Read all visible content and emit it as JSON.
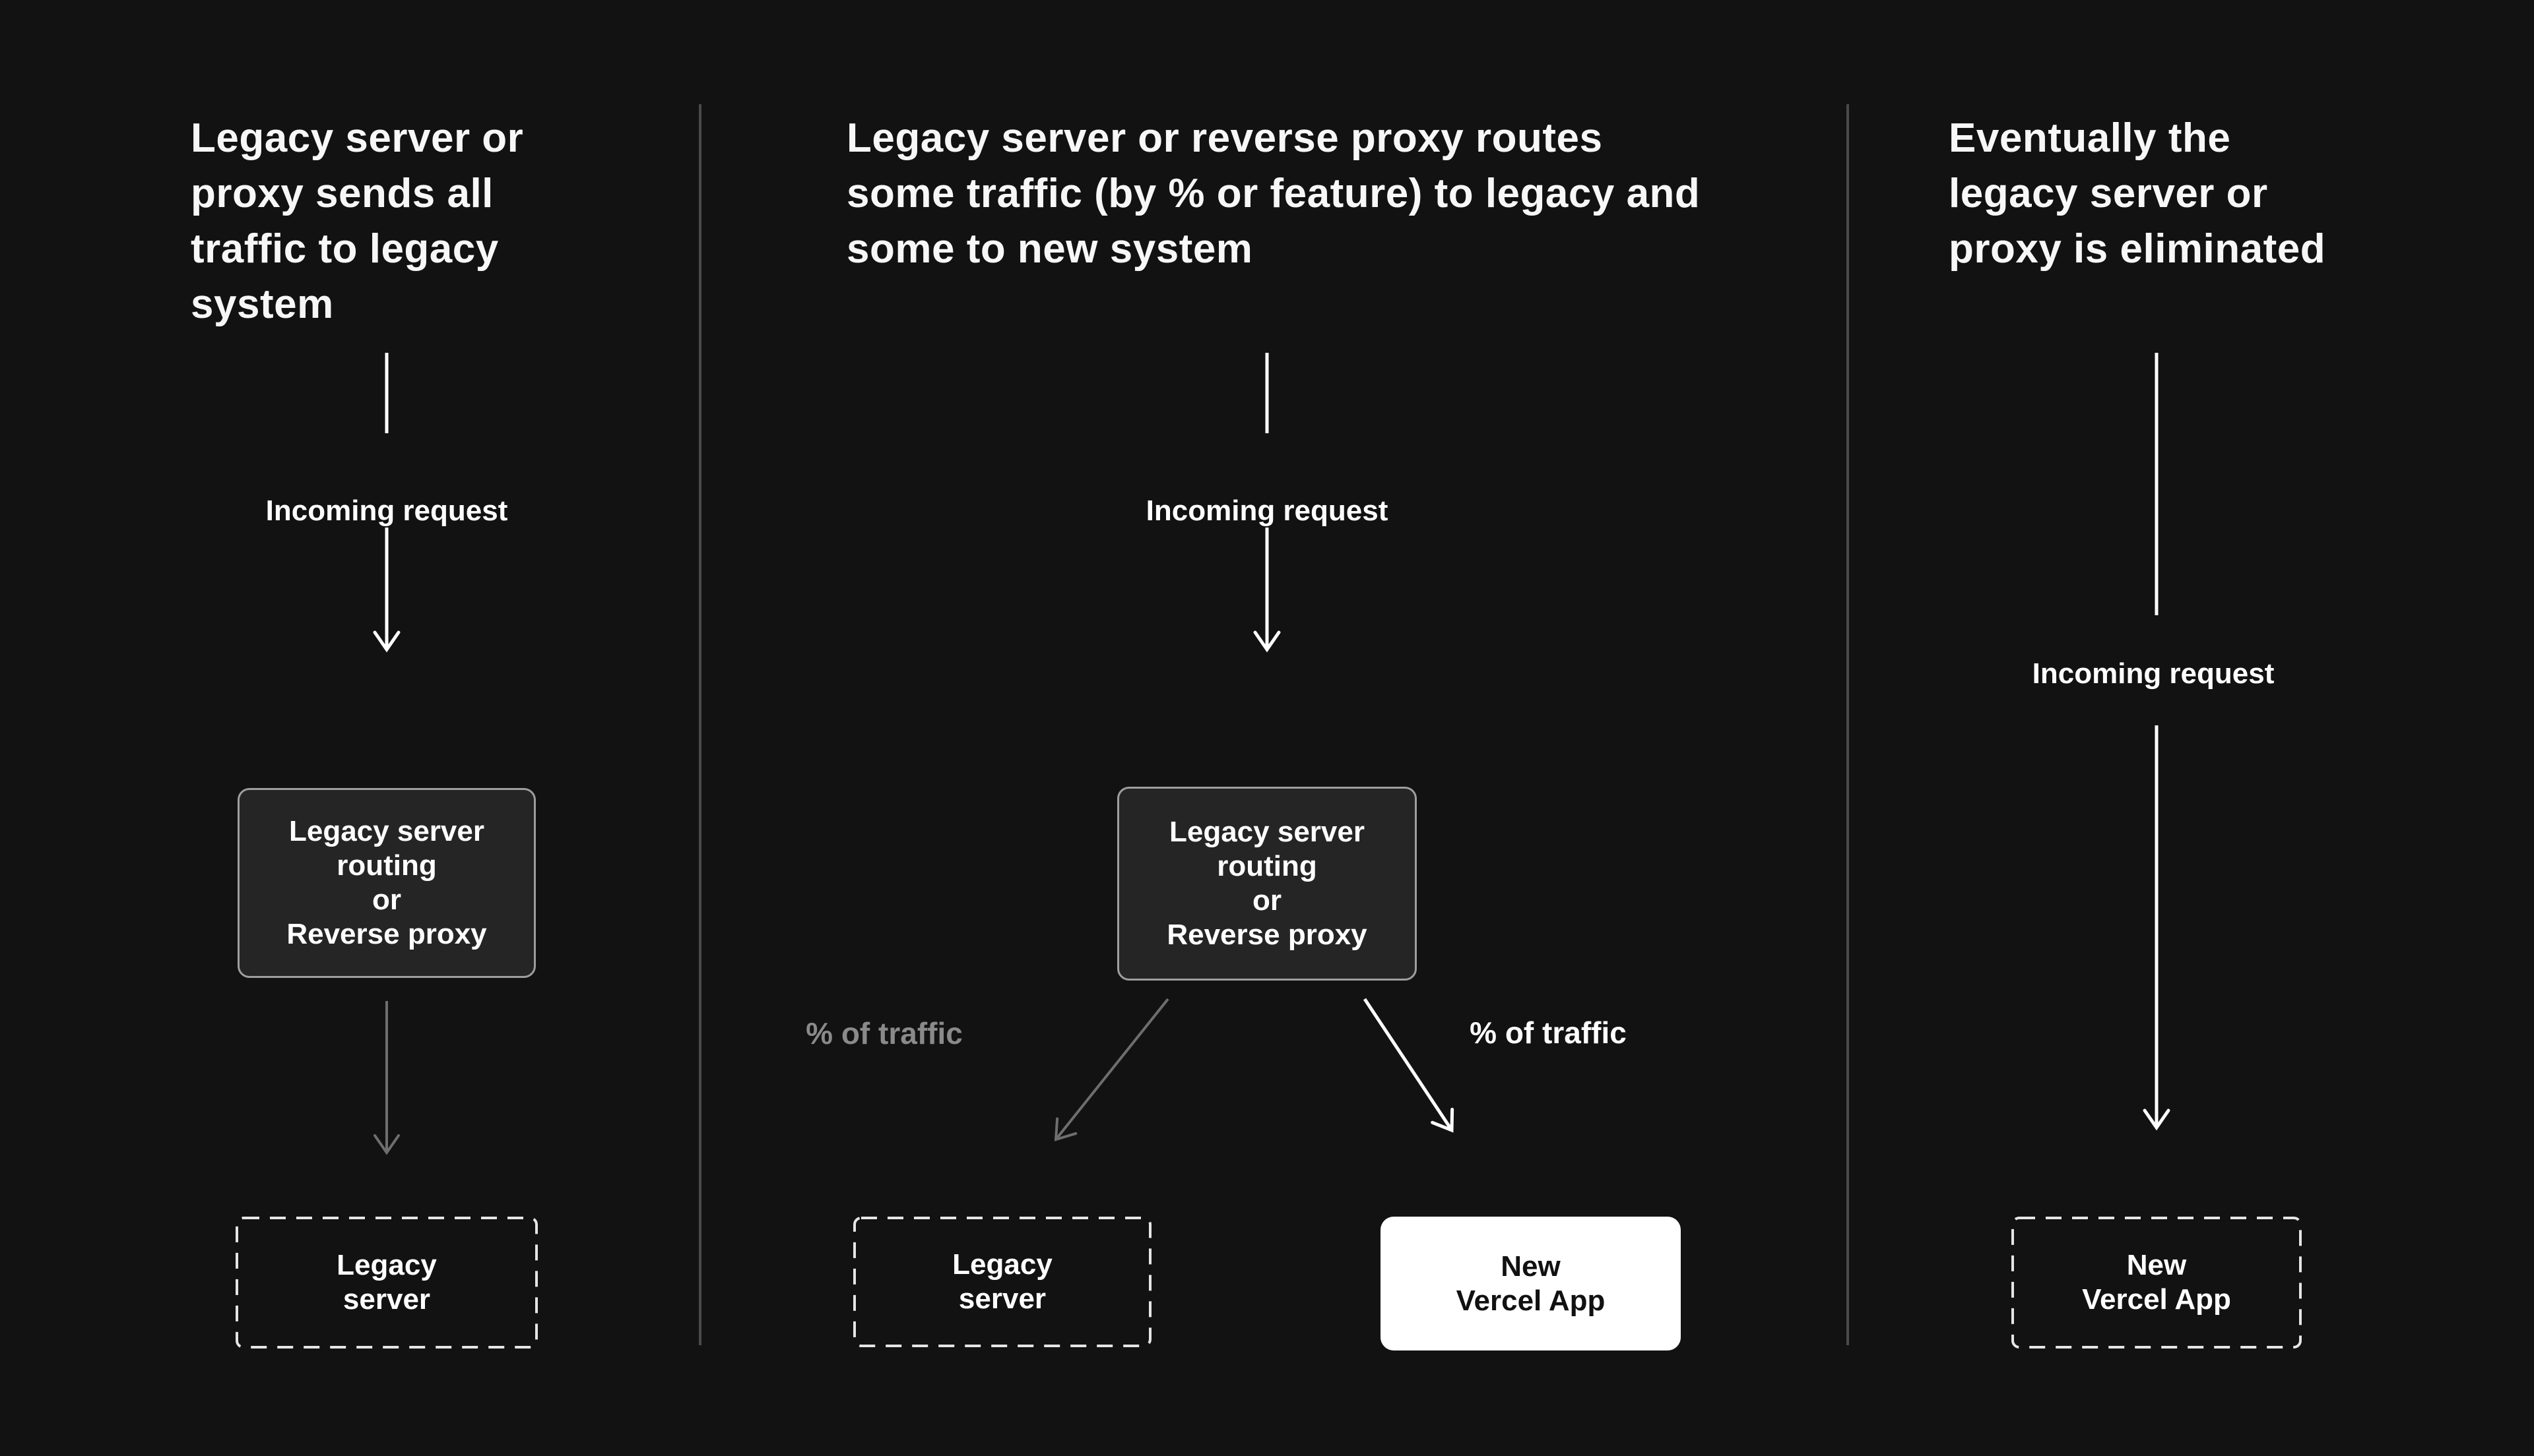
{
  "colors": {
    "background": "#121212",
    "text_primary": "#ffffff",
    "divider": "#4a4a4a",
    "arrow_white": "#ffffff",
    "arrow_gray": "#6e6e6e",
    "muted_label_gray": "#8a8a8a",
    "router_box_fill": "#252525",
    "router_box_border": "#9e9e9e",
    "dashed_box_border": "#e5e5e5",
    "vercel_box_fill": "#ffffff",
    "vercel_box_text": "#111111"
  },
  "panels": {
    "left": {
      "title": "Legacy server or\nproxy sends all\ntraffic to legacy\nsystem",
      "incoming_label": "Incoming request",
      "router_box_label": "Legacy server\nrouting\nor\nReverse proxy",
      "legacy_box_label": "Legacy\nserver"
    },
    "middle": {
      "title": "Legacy server or reverse proxy routes\nsome traffic (by % or feature) to legacy and\nsome to new system",
      "incoming_label": "Incoming request",
      "router_box_label": "Legacy server\nrouting\nor\nReverse proxy",
      "traffic_left_label": "% of traffic",
      "traffic_right_label": "% of traffic",
      "legacy_box_label": "Legacy\nserver",
      "vercel_box_label": "New\nVercel App"
    },
    "right": {
      "title": "Eventually the\nlegacy server or\nproxy is eliminated",
      "incoming_label": "Incoming request",
      "vercel_box_label": "New\nVercel App"
    }
  }
}
